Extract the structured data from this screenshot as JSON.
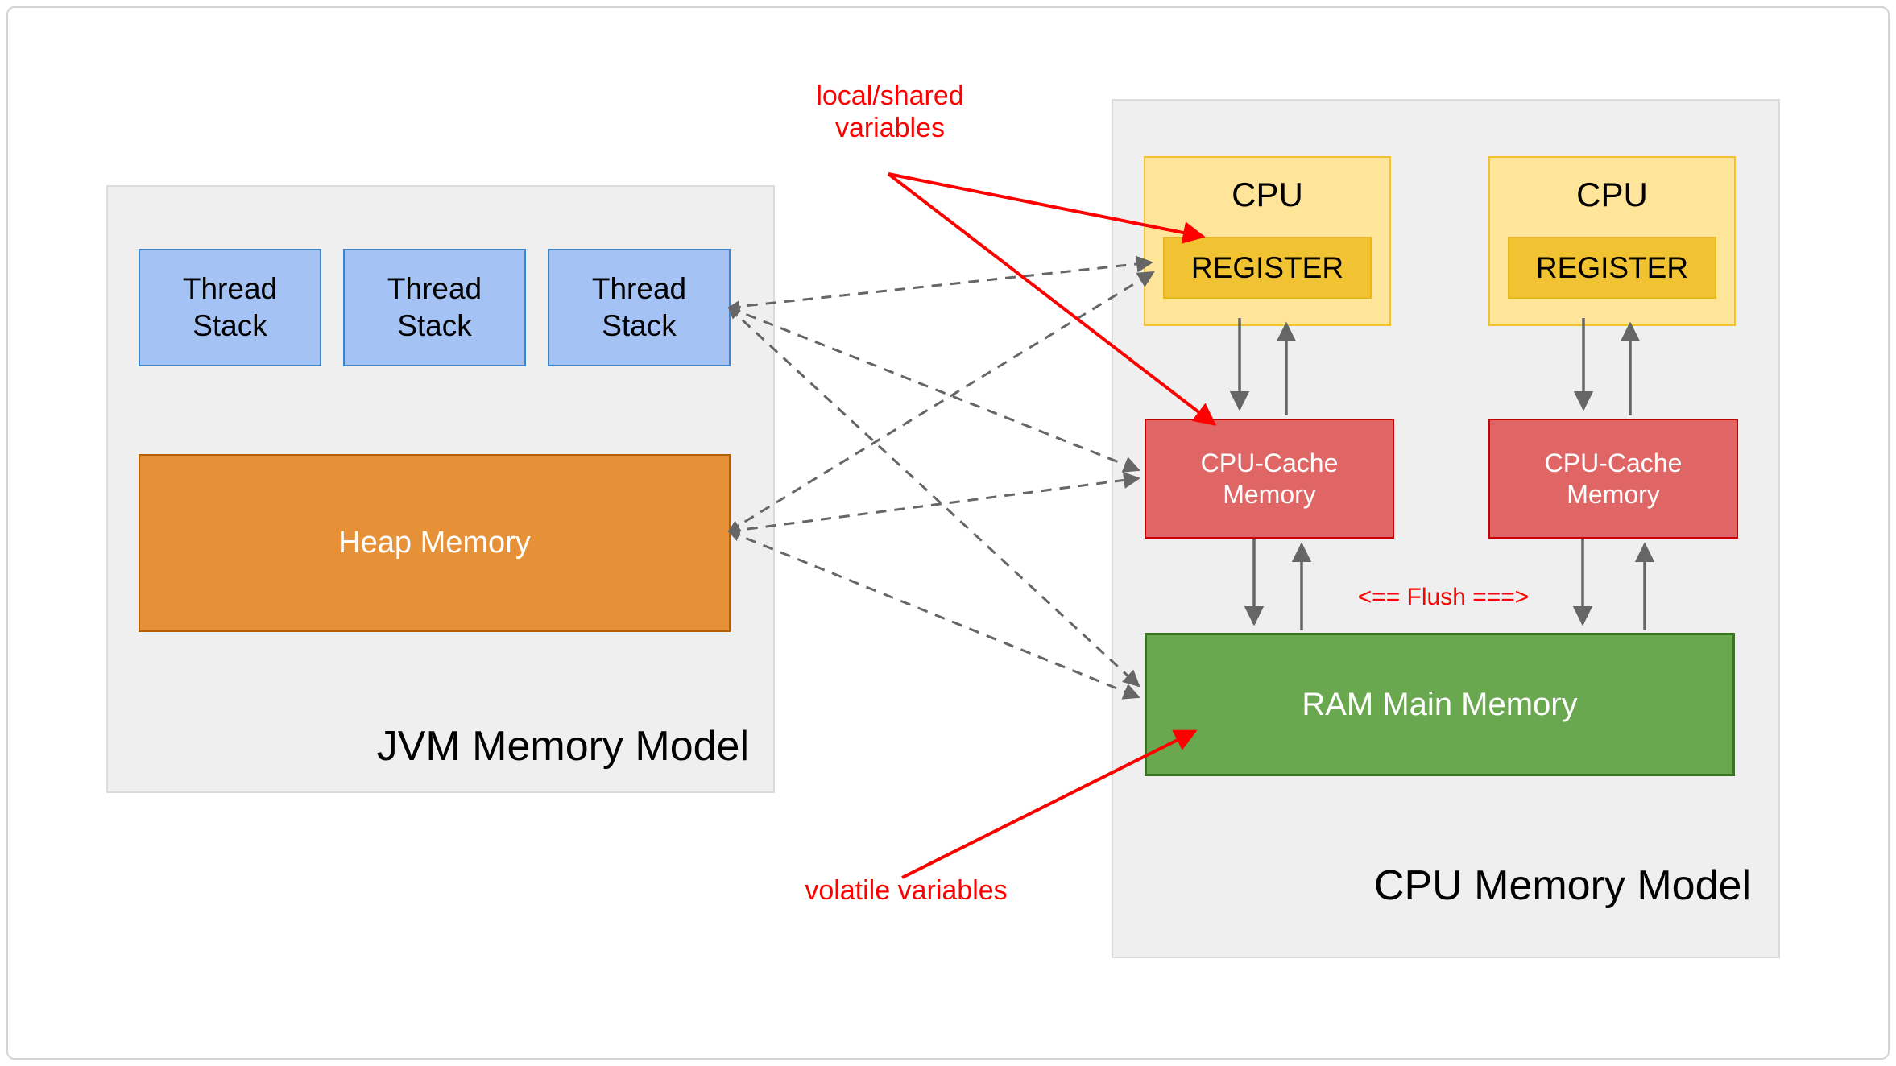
{
  "jvm": {
    "label": "JVM Memory Model",
    "thread_stack": {
      "line1": "Thread",
      "line2": "Stack"
    },
    "heap_label": "Heap Memory"
  },
  "cpu_model": {
    "label": "CPU Memory Model",
    "cpu_label": "CPU",
    "register_label": "REGISTER",
    "cache": {
      "line1": "CPU-Cache",
      "line2": "Memory"
    },
    "ram_label": "RAM Main Memory"
  },
  "annotations": {
    "local_shared": {
      "line1": "local/shared",
      "line2": "variables"
    },
    "volatile": "volatile variables",
    "flush": "<== Flush ===>"
  },
  "colors": {
    "blue_fill": "#A4C2F4",
    "blue_border": "#3D85C6",
    "orange_fill": "#E69138",
    "orange_border": "#B45F06",
    "yellow_fill": "#FFE599",
    "yellow_border": "#F1C232",
    "gold_fill": "#F1C232",
    "gold_border": "#E8B71E",
    "red_fill": "#E06666",
    "red_border": "#CC0000",
    "green_fill": "#6AA84F",
    "green_border": "#38761D",
    "panel_fill": "#EFEFEF",
    "panel_border": "#DBDBDB",
    "arrow_gray": "#666666",
    "annotation_red": "#FF0000"
  }
}
